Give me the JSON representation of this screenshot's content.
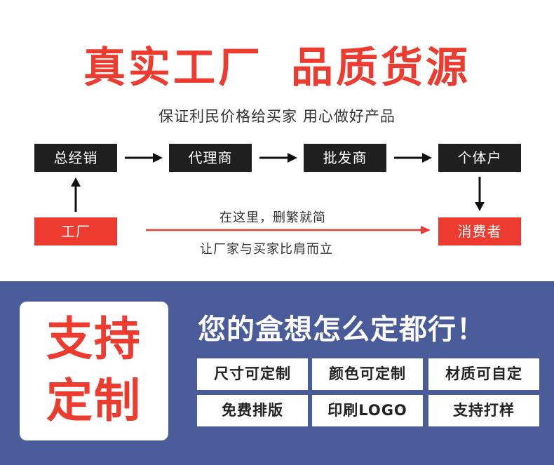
{
  "headline": {
    "left": "真实工厂",
    "right": "品质货源"
  },
  "subline": "保证利民价格给买家 用心做好产品",
  "chain": {
    "distributor": "总经销",
    "agent": "代理商",
    "wholesaler": "批发商",
    "retailer": "个体户",
    "factory": "工厂",
    "consumer": "消费者"
  },
  "notes": {
    "top": "在这里，删繁就简",
    "bottom": "让厂家与买家比肩而立"
  },
  "promo": {
    "line1": "支持",
    "line2": "定制",
    "slogan": "您的盒想怎么定都行！"
  },
  "options": [
    "尺寸可定制",
    "颜色可定制",
    "材质可自定",
    "免费排版",
    "印刷LOGO",
    "支持打样"
  ],
  "colors": {
    "accent": "#ee3b2f",
    "dark": "#1f1f1f",
    "band": "#4a5b99"
  }
}
